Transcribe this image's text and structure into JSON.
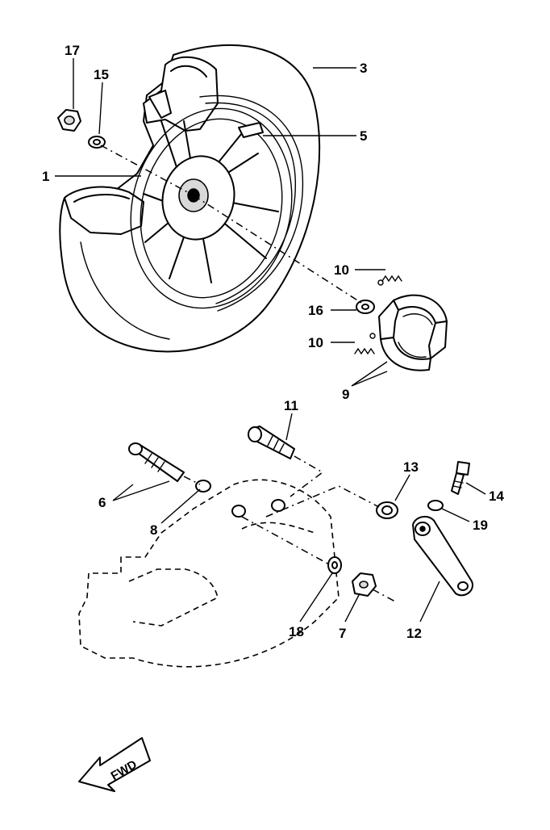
{
  "callouts": {
    "c1": "1",
    "c3": "3",
    "c5": "5",
    "c6": "6",
    "c7": "7",
    "c8": "8",
    "c9": "9",
    "c10a": "10",
    "c10b": "10",
    "c11": "11",
    "c12": "12",
    "c13": "13",
    "c14": "14",
    "c15": "15",
    "c16": "16",
    "c17": "17",
    "c18": "18",
    "c19": "19"
  },
  "direction_label": "FWD",
  "icons": {
    "direction": "arrow-fwd-icon"
  }
}
